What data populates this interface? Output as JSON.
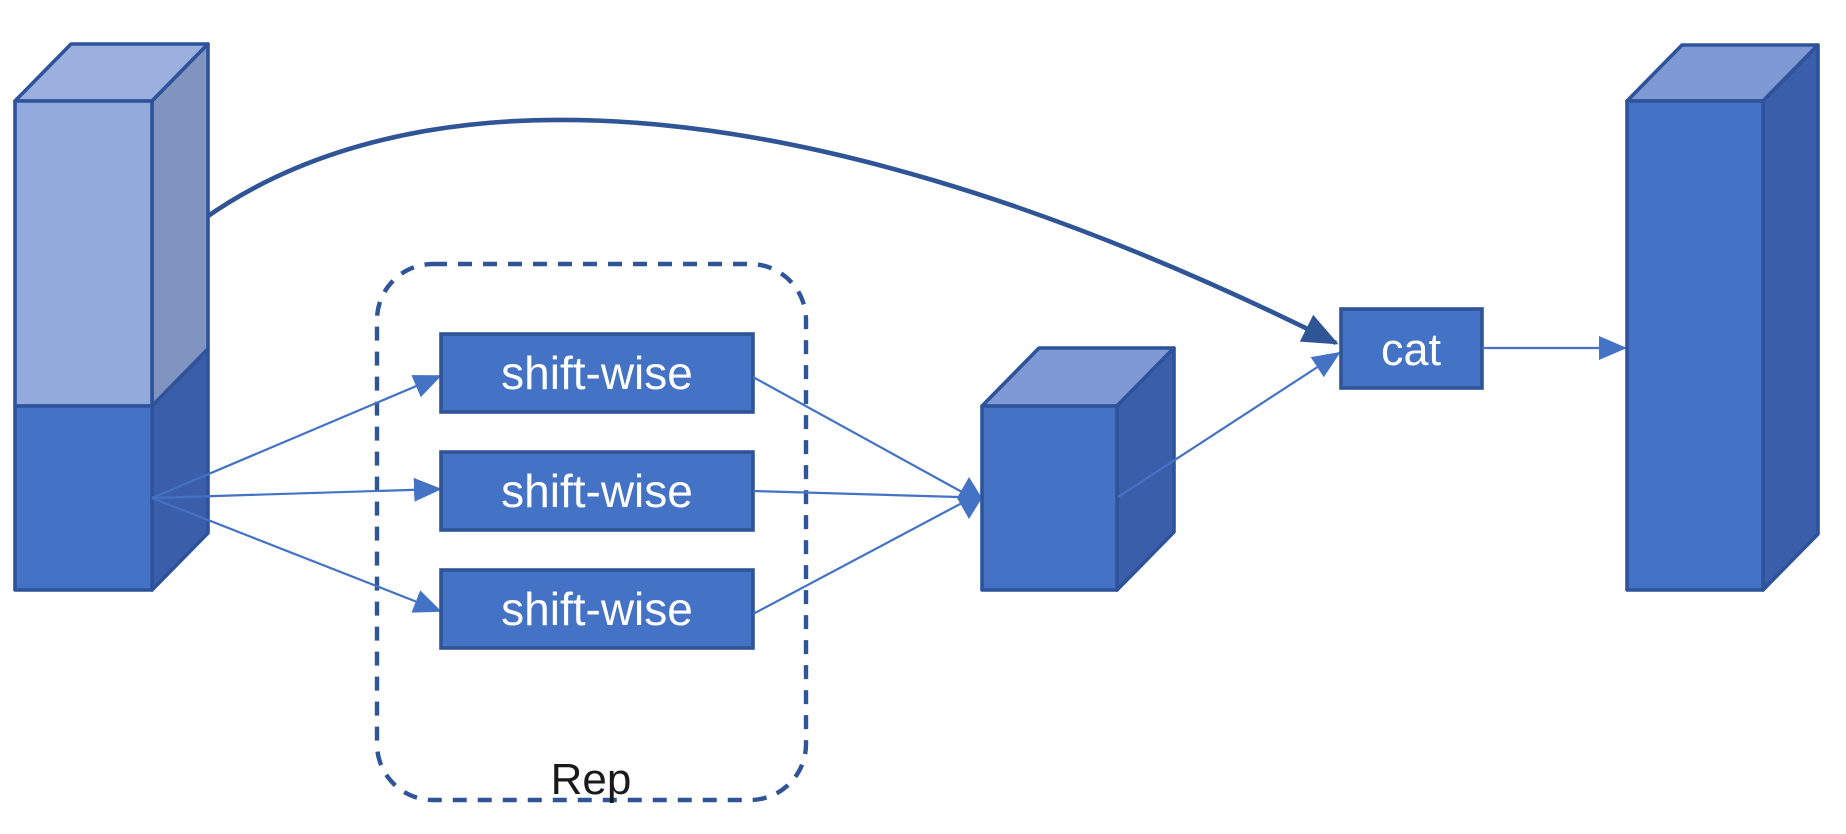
{
  "diagram": {
    "description": "shift-wise re-parameterization block diagram",
    "rep_group": {
      "label": "Rep"
    },
    "nodes": [
      {
        "id": "shift-wise-1",
        "label": "shift-wise"
      },
      {
        "id": "shift-wise-2",
        "label": "shift-wise"
      },
      {
        "id": "shift-wise-3",
        "label": "shift-wise"
      },
      {
        "id": "cat",
        "label": "cat"
      }
    ]
  },
  "colors": {
    "light-front": "#92ABDC",
    "light-side": "#8194C0",
    "light-top": "#9BB0DF",
    "dark-front": "#4472C4",
    "dark-side": "#3A5EA9",
    "dark-top": "#7E99D4",
    "outline": "#2E539B",
    "node-fill": "#4472C4",
    "node-stroke": "#2F5597",
    "arrow": "#4472C4",
    "line-dark": "#2F5597",
    "label-text": "#1A1A1A",
    "node-text": "#FFFFFF",
    "background": "#FFFFFF"
  }
}
